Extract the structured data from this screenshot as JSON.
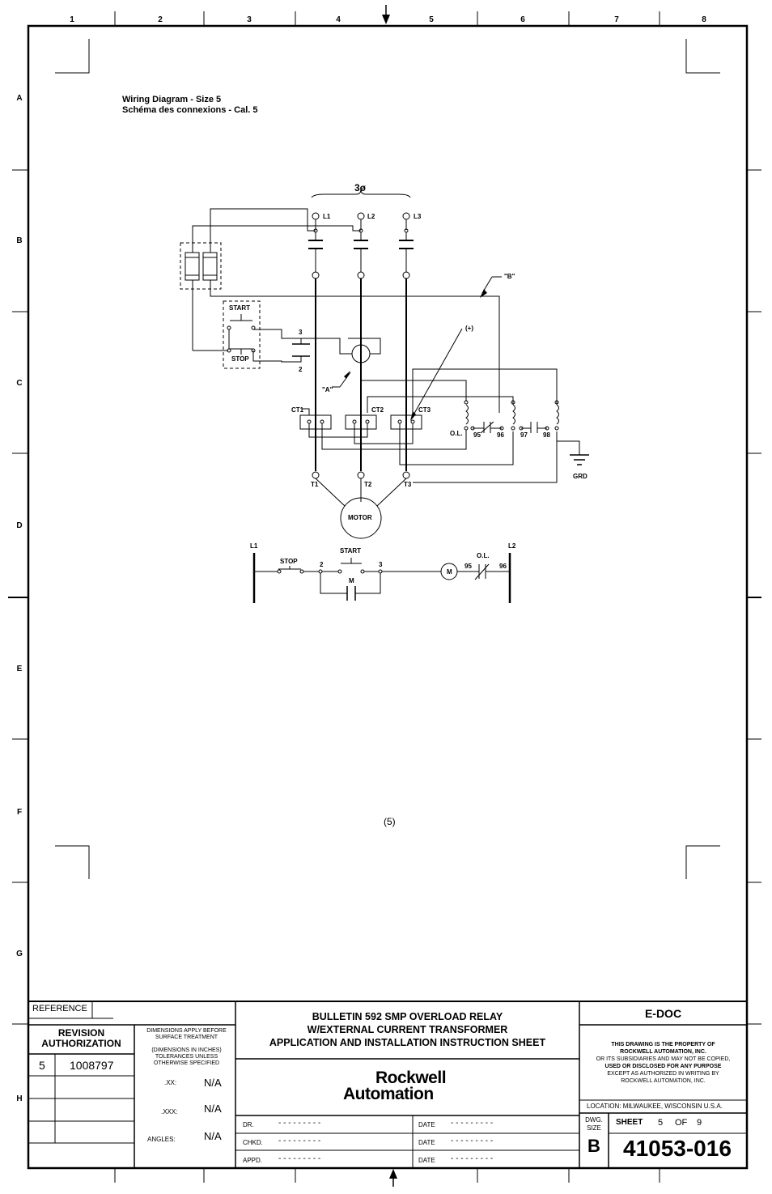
{
  "frame": {
    "col_labels": [
      "1",
      "2",
      "3",
      "4",
      "5",
      "6",
      "7",
      "8"
    ],
    "row_labels": [
      "A",
      "B",
      "C",
      "D",
      "E",
      "F",
      "G",
      "H"
    ]
  },
  "title": {
    "line1": "Wiring Diagram - Size 5",
    "line2": "Schéma des connexions - Cal. 5"
  },
  "diagram": {
    "phase": "3ø",
    "lines": [
      "L1",
      "L2",
      "L3"
    ],
    "terminals": [
      "T1",
      "T2",
      "T3"
    ],
    "cts": [
      "CT1",
      "CT2",
      "CT3"
    ],
    "motor": "MOTOR",
    "start": "START",
    "stop": "STOP",
    "n3": "3",
    "n2": "2",
    "note_a": "\"A\"",
    "note_b": "\"B\"",
    "plus": "(+)",
    "ol": "O.L.",
    "c95": "95",
    "c96": "96",
    "c97": "97",
    "c98": "98",
    "grd": "GRD",
    "ladder_l1": "L1",
    "ladder_l2": "L2",
    "ladder_stop": "STOP",
    "ladder_start": "START",
    "ladder_2": "2",
    "ladder_3": "3",
    "ladder_m": "M",
    "ladder_coil": "M",
    "ladder_ol": "O.L.",
    "ladder_95": "95",
    "ladder_96": "96",
    "page_note": "(5)"
  },
  "title_block": {
    "reference": "REFERENCE",
    "revision_authorization": "REVISION AUTHORIZATION",
    "rev": "5",
    "rev_number": "1008797",
    "dim_note1": "DIMENSIONS APPLY BEFORE SURFACE TREATMENT",
    "dim_note2": "(DIMENSIONS IN INCHES) TOLERANCES UNLESS OTHERWISE SPECIFIED",
    "xx_label": ".XX:",
    "xx_value": "N/A",
    "xxx_label": ".XXX:",
    "xxx_value": "N/A",
    "angles_label": "ANGLES:",
    "angles_value": "N/A",
    "doc_title1": "BULLETIN 592 SMP OVERLOAD RELAY",
    "doc_title2": "W/EXTERNAL CURRENT TRANSFORMER",
    "doc_title3": "APPLICATION AND INSTALLATION INSTRUCTION SHEET",
    "logo1": "Rockwell",
    "logo2": "Automation",
    "dr": "DR.",
    "chkd": "CHKD.",
    "appd": "APPD.",
    "date": "DATE",
    "dashes": "- - - - - - - - -",
    "edoc": "E-DOC",
    "prop1": "THIS DRAWING IS THE PROPERTY OF",
    "prop2": "ROCKWELL AUTOMATION, INC.",
    "prop3": "OR ITS SUBSIDIARIES AND MAY NOT BE COPIED,",
    "prop4": "USED OR DISCLOSED FOR ANY PURPOSE",
    "prop5": "EXCEPT AS AUTHORIZED IN WRITING BY",
    "prop6": "ROCKWELL AUTOMATION, INC.",
    "location": "LOCATION:  MILWAUKEE,  WISCONSIN  U.S.A.",
    "dwg_size_label": "DWG. SIZE",
    "dwg_size": "B",
    "sheet_label": "SHEET",
    "sheet": "5",
    "of_label": "OF",
    "sheet_total": "9",
    "dwg_number": "41053-016"
  }
}
